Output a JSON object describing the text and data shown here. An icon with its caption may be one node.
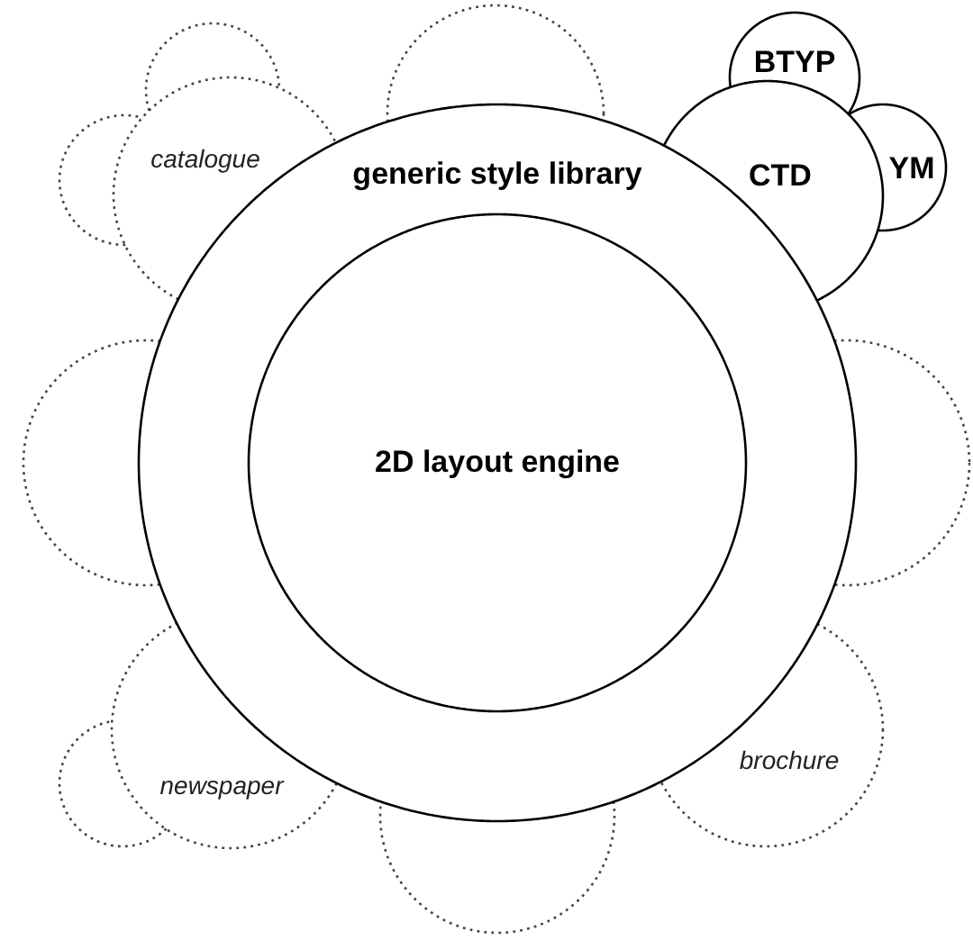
{
  "diagram": {
    "nodes": [
      {
        "text": [
          "generic style library"
        ]
      },
      {
        "text": [
          "2D layout engine"
        ],
        "in": 0
      },
      {
        "text": [],
        "shape": "circle"
      },
      {
        "text": [],
        "shape": "circle"
      },
      {
        "text": [
          "BTYP"
        ]
      },
      {
        "text": [
          "catalogue"
        ]
      },
      {
        "text": [],
        "shape": "circle"
      },
      {
        "text": [
          "CTD"
        ]
      },
      {
        "text": [
          "YM"
        ]
      },
      {
        "text": [],
        "shape": "circle"
      },
      {
        "text": [],
        "shape": "circle"
      },
      {
        "text": [
          "newspaper"
        ]
      },
      {
        "text": [
          "brochure"
        ]
      },
      {
        "text": [],
        "shape": "circle"
      },
      {
        "text": [],
        "shape": "circle"
      }
    ]
  }
}
